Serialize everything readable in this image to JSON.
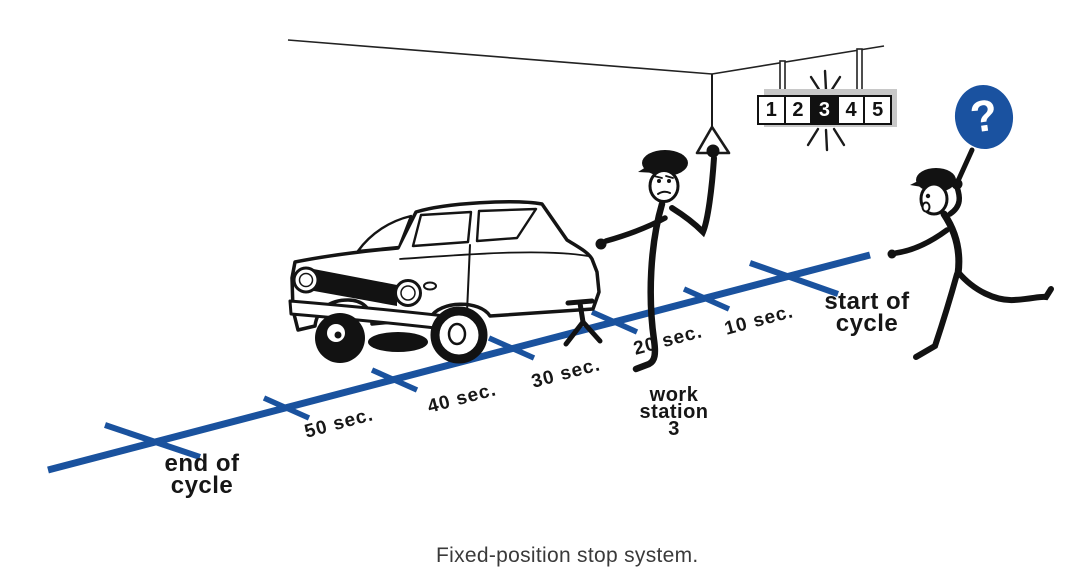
{
  "diagram": {
    "caption": "Fixed-position stop system.",
    "andon_board": {
      "numbers": [
        "1",
        "2",
        "3",
        "4",
        "5"
      ],
      "active_number": "3"
    },
    "line_labels": {
      "end_of_cycle": "end of\ncycle",
      "start_of_cycle": "start of\ncycle",
      "work_station": "work\nstation\n3"
    },
    "time_marks": [
      "50 sec.",
      "40 sec.",
      "30 sec.",
      "20 sec.",
      "10 sec."
    ],
    "question_sign": "?",
    "colors": {
      "assembly_line_blue": "#1a529e",
      "question_sign_blue": "#1a52a0",
      "ink_black": "#161616",
      "board_shadow_gray": "#c8c8c8",
      "caption_gray": "#3a3a3a"
    }
  }
}
